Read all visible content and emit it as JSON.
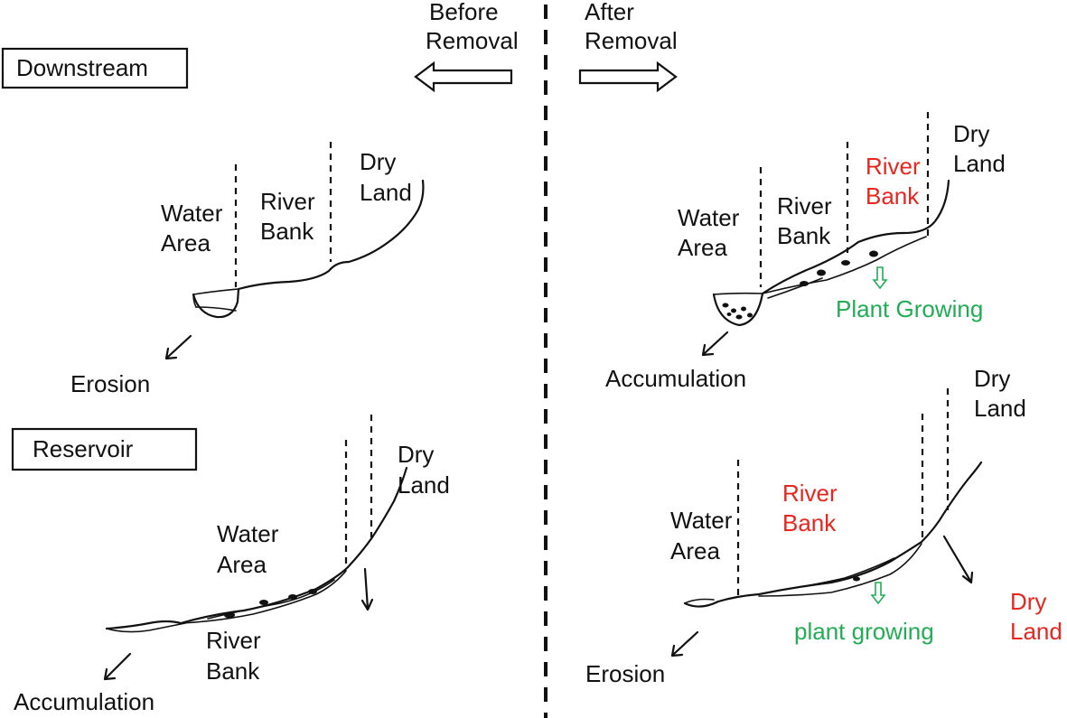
{
  "header": {
    "before_line1": "Before",
    "before_line2": "Removal",
    "after_line1": "After",
    "after_line2": "Removal"
  },
  "sections": {
    "downstream": "Downstream",
    "reservoir": "Reservoir"
  },
  "downstream_before": {
    "water_area_1": "Water",
    "water_area_2": "Area",
    "river_bank_1": "River",
    "river_bank_2": "Bank",
    "dry_land_1": "Dry",
    "dry_land_2": "Land",
    "process": "Erosion"
  },
  "downstream_after": {
    "water_area_1": "Water",
    "water_area_2": "Area",
    "river_bank_1": "River",
    "river_bank_2": "Bank",
    "river_bank_red_1": "River",
    "river_bank_red_2": "Bank",
    "dry_land_1": "Dry",
    "dry_land_2": "Land",
    "plant": "Plant Growing",
    "process": "Accumulation"
  },
  "reservoir_before": {
    "water_area_1": "Water",
    "water_area_2": "Area",
    "river_bank_1": "River",
    "river_bank_2": "Bank",
    "dry_land_1": "Dry",
    "dry_land_2": "Land",
    "process": "Accumulation"
  },
  "reservoir_after": {
    "water_area_1": "Water",
    "water_area_2": "Area",
    "river_bank_red_1": "River",
    "river_bank_red_2": "Bank",
    "dry_land_1": "Dry",
    "dry_land_2": "Land",
    "dry_land_red_1": "Dry",
    "dry_land_red_2": "Land",
    "plant": "plant growing",
    "process": "Erosion"
  },
  "colors": {
    "ink": "#111111",
    "highlight_red": "#e8251e",
    "plant_green": "#21ad54",
    "background": "#ffffff"
  }
}
